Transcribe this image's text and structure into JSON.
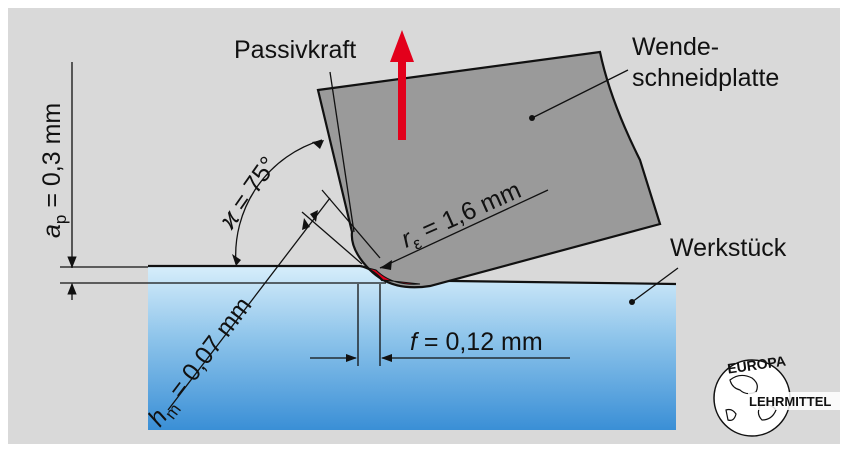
{
  "labels": {
    "passivkraft": "Passivkraft",
    "wende_line1": "Wende-",
    "wende_line2": "schneidplatte",
    "werkstueck": "Werkstück"
  },
  "dimensions": {
    "ap": {
      "symbol": "a",
      "subscript": "p",
      "value": " = 0,3 mm"
    },
    "kappa": {
      "symbol": "ϰ",
      "value": " = 75°"
    },
    "hm": {
      "symbol": "h",
      "subscript": "m",
      "value": " = 0,07 mm"
    },
    "r_eps": {
      "symbol": "r",
      "subscript": "ε",
      "value": " = 1,6 mm"
    },
    "f": {
      "symbol": "f",
      "value": " = 0,12 mm"
    }
  },
  "logo": {
    "top": "EUROPA",
    "bottom": "LEHRMITTEL"
  },
  "colors": {
    "background": "#d9d9d9",
    "insert": "#9a9a9a",
    "workpiece_top": "#d2ecfa",
    "workpiece_bottom": "#3a8fd6",
    "chip": "#e3001b",
    "arrow": "#e3001b",
    "line": "#111111"
  }
}
